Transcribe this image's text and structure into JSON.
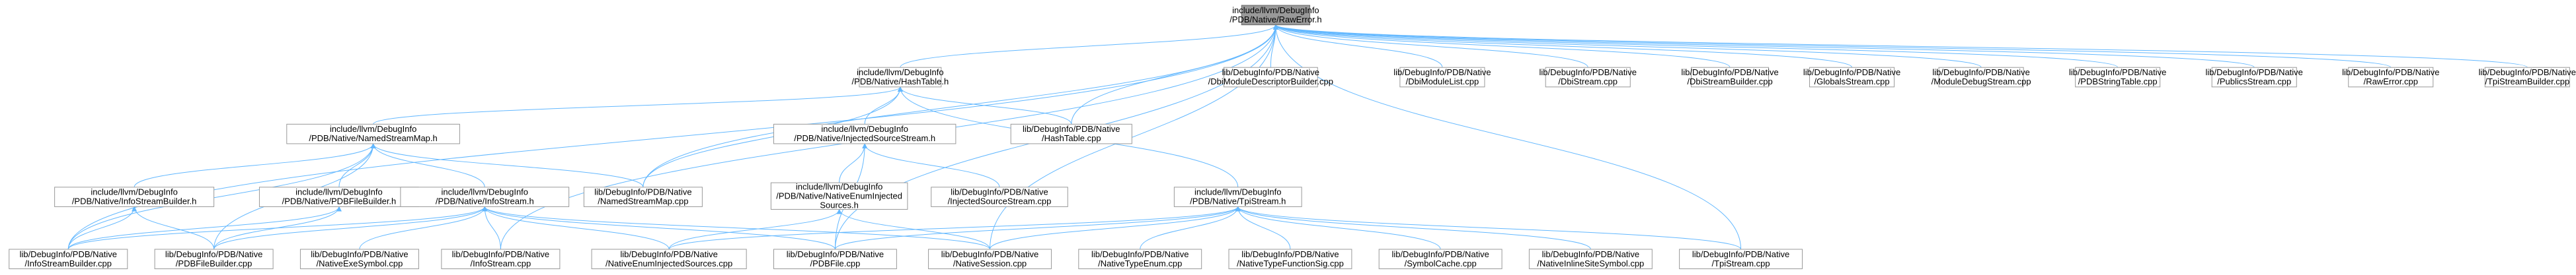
{
  "graph": {
    "root": "n0",
    "nodes": {
      "n0": {
        "lines": [
          "include/llvm/DebugInfo",
          "/PDB/Native/RawError.h"
        ],
        "root": true
      },
      "n1": {
        "lines": [
          "include/llvm/DebugInfo",
          "/PDB/Native/HashTable.h"
        ]
      },
      "n2": {
        "lines": [
          "lib/DebugInfo/PDB/Native",
          "/DbiModuleDescriptorBuilder.cpp"
        ]
      },
      "n3": {
        "lines": [
          "lib/DebugInfo/PDB/Native",
          "/DbiModuleList.cpp"
        ]
      },
      "n4": {
        "lines": [
          "lib/DebugInfo/PDB/Native",
          "/DbiStream.cpp"
        ]
      },
      "n5": {
        "lines": [
          "lib/DebugInfo/PDB/Native",
          "/DbiStreamBuilder.cpp"
        ]
      },
      "n6": {
        "lines": [
          "lib/DebugInfo/PDB/Native",
          "/GlobalsStream.cpp"
        ]
      },
      "n7": {
        "lines": [
          "lib/DebugInfo/PDB/Native",
          "/ModuleDebugStream.cpp"
        ]
      },
      "n8": {
        "lines": [
          "lib/DebugInfo/PDB/Native",
          "/PDBStringTable.cpp"
        ]
      },
      "n9": {
        "lines": [
          "lib/DebugInfo/PDB/Native",
          "/PublicsStream.cpp"
        ]
      },
      "n10": {
        "lines": [
          "lib/DebugInfo/PDB/Native",
          "/RawError.cpp"
        ]
      },
      "n11": {
        "lines": [
          "lib/DebugInfo/PDB/Native",
          "/TpiStreamBuilder.cpp"
        ]
      },
      "n12": {
        "lines": [
          "include/llvm/DebugInfo",
          "/PDB/Native/NamedStreamMap.h"
        ]
      },
      "n13": {
        "lines": [
          "include/llvm/DebugInfo",
          "/PDB/Native/InjectedSourceStream.h"
        ]
      },
      "n14": {
        "lines": [
          "lib/DebugInfo/PDB/Native",
          "/HashTable.cpp"
        ]
      },
      "n15": {
        "lines": [
          "include/llvm/DebugInfo",
          "/PDB/Native/InfoStreamBuilder.h"
        ]
      },
      "n16": {
        "lines": [
          "include/llvm/DebugInfo",
          "/PDB/Native/PDBFileBuilder.h"
        ]
      },
      "n17": {
        "lines": [
          "include/llvm/DebugInfo",
          "/PDB/Native/InfoStream.h"
        ]
      },
      "n18": {
        "lines": [
          "lib/DebugInfo/PDB/Native",
          "/NamedStreamMap.cpp"
        ]
      },
      "n19": {
        "lines": [
          "include/llvm/DebugInfo",
          "/PDB/Native/NativeEnumInjected",
          "Sources.h"
        ]
      },
      "n20": {
        "lines": [
          "lib/DebugInfo/PDB/Native",
          "/InjectedSourceStream.cpp"
        ]
      },
      "n21": {
        "lines": [
          "include/llvm/DebugInfo",
          "/PDB/Native/TpiStream.h"
        ]
      },
      "n22": {
        "lines": [
          "lib/DebugInfo/PDB/Native",
          "/InfoStreamBuilder.cpp"
        ]
      },
      "n23": {
        "lines": [
          "lib/DebugInfo/PDB/Native",
          "/PDBFileBuilder.cpp"
        ]
      },
      "n24": {
        "lines": [
          "lib/DebugInfo/PDB/Native",
          "/NativeExeSymbol.cpp"
        ]
      },
      "n25": {
        "lines": [
          "lib/DebugInfo/PDB/Native",
          "/InfoStream.cpp"
        ]
      },
      "n26": {
        "lines": [
          "lib/DebugInfo/PDB/Native",
          "/NativeEnumInjectedSources.cpp"
        ]
      },
      "n27": {
        "lines": [
          "lib/DebugInfo/PDB/Native",
          "/PDBFile.cpp"
        ]
      },
      "n28": {
        "lines": [
          "lib/DebugInfo/PDB/Native",
          "/NativeSession.cpp"
        ]
      },
      "n29": {
        "lines": [
          "lib/DebugInfo/PDB/Native",
          "/NativeTypeEnum.cpp"
        ]
      },
      "n30": {
        "lines": [
          "lib/DebugInfo/PDB/Native",
          "/NativeTypeFunctionSig.cpp"
        ]
      },
      "n31": {
        "lines": [
          "lib/DebugInfo/PDB/Native",
          "/SymbolCache.cpp"
        ]
      },
      "n32": {
        "lines": [
          "lib/DebugInfo/PDB/Native",
          "/NativeInlineSiteSymbol.cpp"
        ]
      },
      "n33": {
        "lines": [
          "lib/DebugInfo/PDB/Native",
          "/TpiStream.cpp"
        ]
      }
    },
    "edges": [
      [
        "n0",
        "n1"
      ],
      [
        "n0",
        "n2"
      ],
      [
        "n0",
        "n3"
      ],
      [
        "n0",
        "n4"
      ],
      [
        "n0",
        "n5"
      ],
      [
        "n0",
        "n6"
      ],
      [
        "n0",
        "n7"
      ],
      [
        "n0",
        "n8"
      ],
      [
        "n0",
        "n9"
      ],
      [
        "n0",
        "n10"
      ],
      [
        "n0",
        "n11"
      ],
      [
        "n0",
        "n18"
      ],
      [
        "n0",
        "n22"
      ],
      [
        "n0",
        "n25"
      ],
      [
        "n0",
        "n27"
      ],
      [
        "n0",
        "n28"
      ],
      [
        "n0",
        "n33"
      ],
      [
        "n0",
        "n14"
      ],
      [
        "n1",
        "n12"
      ],
      [
        "n1",
        "n13"
      ],
      [
        "n1",
        "n14"
      ],
      [
        "n1",
        "n18"
      ],
      [
        "n1",
        "n21"
      ],
      [
        "n12",
        "n15"
      ],
      [
        "n12",
        "n16"
      ],
      [
        "n12",
        "n17"
      ],
      [
        "n12",
        "n18"
      ],
      [
        "n12",
        "n22"
      ],
      [
        "n12",
        "n23"
      ],
      [
        "n13",
        "n19"
      ],
      [
        "n13",
        "n20"
      ],
      [
        "n13",
        "n27"
      ],
      [
        "n15",
        "n22"
      ],
      [
        "n15",
        "n23"
      ],
      [
        "n16",
        "n22"
      ],
      [
        "n16",
        "n23"
      ],
      [
        "n17",
        "n22"
      ],
      [
        "n17",
        "n23"
      ],
      [
        "n17",
        "n24"
      ],
      [
        "n17",
        "n25"
      ],
      [
        "n17",
        "n26"
      ],
      [
        "n17",
        "n27"
      ],
      [
        "n17",
        "n28"
      ],
      [
        "n19",
        "n26"
      ],
      [
        "n19",
        "n28"
      ],
      [
        "n21",
        "n27"
      ],
      [
        "n21",
        "n28"
      ],
      [
        "n21",
        "n29"
      ],
      [
        "n21",
        "n30"
      ],
      [
        "n21",
        "n31"
      ],
      [
        "n21",
        "n32"
      ],
      [
        "n21",
        "n33"
      ],
      [
        "n21",
        "n26"
      ]
    ]
  }
}
